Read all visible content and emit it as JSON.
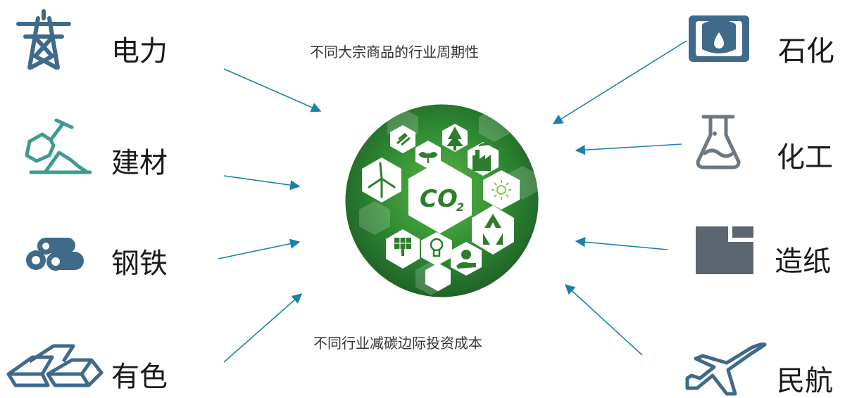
{
  "colors": {
    "arrow": "#1a82a8",
    "icon_blue": "#3f6a8a",
    "icon_teal": "#3f9a8f",
    "icon_gray": "#5c6670",
    "circle_dark": "#1f5e28",
    "circle_light": "#4da83a",
    "hexagon": "#ffffff",
    "co2_text": "#2e7d2e"
  },
  "captions": {
    "top": "不同大宗商品的行业周期性",
    "bottom": "不同行业减碳边际投资成本"
  },
  "center": {
    "co2_main": "CO",
    "co2_sub": "2",
    "hex_icons": [
      "bulb-icon",
      "plant-icon",
      "tree-icon",
      "factory-icon",
      "wind-turbine-icon",
      "sun-icon",
      "recycle-icon",
      "solar-panel-icon",
      "lightbulb-icon",
      "hand-globe-icon"
    ]
  },
  "industries": {
    "left": [
      {
        "label": "电力",
        "icon": "power-tower-icon"
      },
      {
        "label": "建材",
        "icon": "shovel-pile-icon"
      },
      {
        "label": "钢铁",
        "icon": "pipes-icon"
      },
      {
        "label": "有色",
        "icon": "metal-ingots-icon"
      }
    ],
    "right": [
      {
        "label": "石化",
        "icon": "oil-barrel-icon"
      },
      {
        "label": "化工",
        "icon": "flask-icon"
      },
      {
        "label": "造纸",
        "icon": "paper-icon"
      },
      {
        "label": "民航",
        "icon": "airplane-icon"
      }
    ]
  }
}
